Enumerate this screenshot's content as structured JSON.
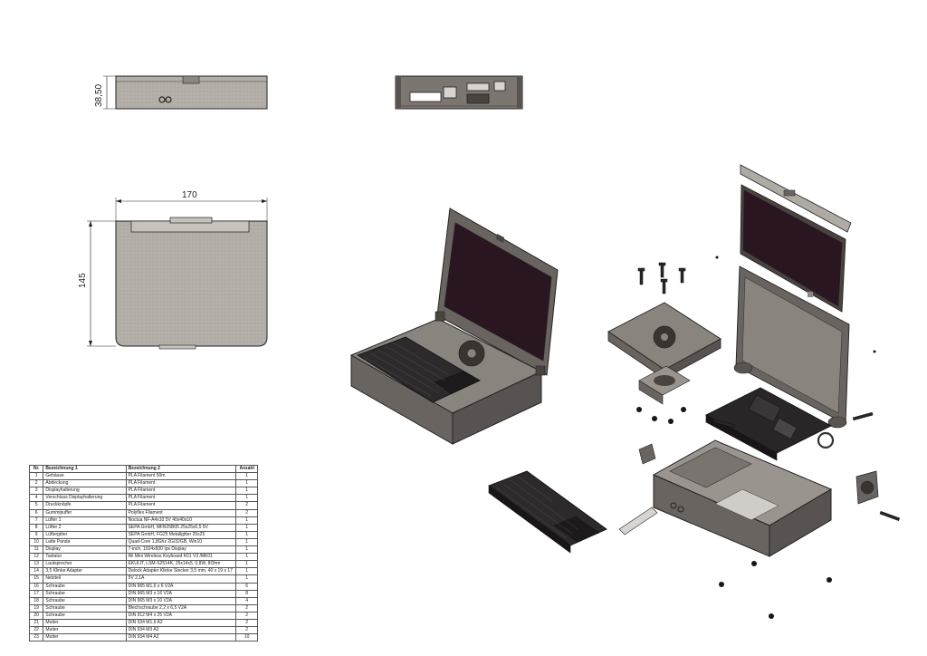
{
  "dimensions": {
    "height_side": "38,50",
    "width_top": "170",
    "depth_top": "145"
  },
  "bom": {
    "headers": [
      "Nr.",
      "Bezeichnung 1",
      "Bezeichnung 2",
      "Anzahl"
    ],
    "rows": [
      [
        "1",
        "Gehäuse",
        "PLA Filament 50m",
        "1"
      ],
      [
        "2",
        "Abdeckung",
        "PLA Filament",
        "1"
      ],
      [
        "3",
        "Displayhalterung",
        "PLA Filament",
        "1"
      ],
      [
        "4",
        "Verschluss Displayhalterung",
        "PLA Filament",
        "1"
      ],
      [
        "5",
        "Druckknöpfe",
        "PLA Filament",
        "2"
      ],
      [
        "6",
        "Gummipuffer",
        "Polyflex Filament",
        "2"
      ],
      [
        "7",
        "Lüfter 1",
        "Noctua NF-A4x10 5V 40x40x10",
        "1"
      ],
      [
        "8",
        "Lüfter 2",
        "SEPA GmbH, MFB25B05 25x25x6,5 5V",
        "1"
      ],
      [
        "9",
        "Lüftergitter",
        "SEPA GmbH, FG25 Metallgitter 25x25",
        "1"
      ],
      [
        "10",
        "Latte Panda",
        "Quad-Core 1,8Ghz 2G/32GB, Win10",
        "1"
      ],
      [
        "11",
        "Display",
        "7-inch, 1024x600 Ips Display",
        "1"
      ],
      [
        "12",
        "Tastatur",
        "Rii Mini Wireless Keyboard K01 V3 /MK01",
        "1"
      ],
      [
        "13",
        "Lautsprecher",
        "EKULIT, LSM-S2514K, 25x14x5, 0,8W, 8Ohm",
        "1"
      ],
      [
        "14",
        "3,5 Klinke Adapter",
        "Delock Adapter Klinke Stecker 3,5 mm, 40 x 19 x 17",
        "1"
      ],
      [
        "15",
        "Netzteil",
        "5V 2,1A",
        "1"
      ],
      [
        "16",
        "Schraube",
        "DIN 965 M1,6 x 6 V2A",
        "6"
      ],
      [
        "17",
        "Schraube",
        "DIN 965 M3 x 16 V2A",
        "8"
      ],
      [
        "18",
        "Schraube",
        "DIN 965 M3 x 10 V2A",
        "4"
      ],
      [
        "19",
        "Schraube",
        "Blechschraube 2,2 x 6,5 V2A",
        "2"
      ],
      [
        "20",
        "Schraube",
        "DIN 912 M4 x 25 V2A",
        "2"
      ],
      [
        "21",
        "Mutter",
        "DIN 934 M1,6 A2",
        "2"
      ],
      [
        "22",
        "Mutter",
        "DIN 934 M3 A2",
        "2"
      ],
      [
        "23",
        "Mutter",
        "DIN 934 M4 A2",
        "10"
      ]
    ]
  },
  "colors": {
    "plastic_dark": "#5a5450",
    "plastic_mid": "#7a7470",
    "plastic_light": "#a8a29c",
    "screen": "#2a1620",
    "line": "#222222"
  }
}
